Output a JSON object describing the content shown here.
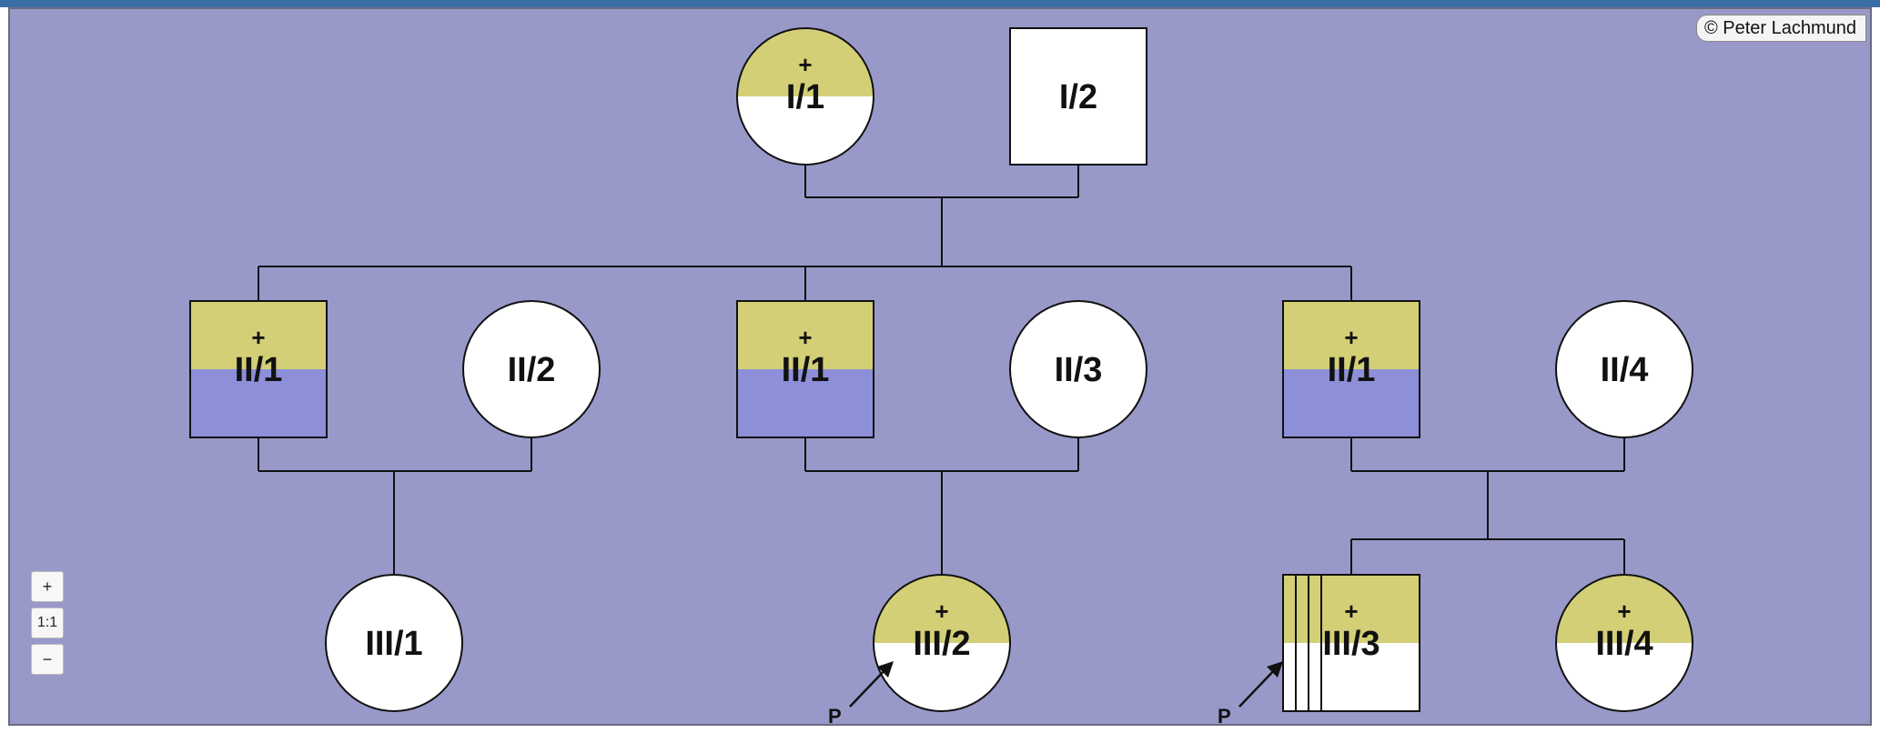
{
  "copyright": "© Peter Lachmund",
  "colors": {
    "background": "#9899c9",
    "affected": "#d2cf76",
    "unaffected": "#ffffff",
    "carrier_lower": "#8e8fd9"
  },
  "zoom": {
    "in_label": "+",
    "reset_label": "1:1",
    "out_label": "−"
  },
  "proband_marker": "P",
  "individuals": [
    {
      "id": "I-1",
      "label": "I/1",
      "shape": "circle",
      "fill": "half-top",
      "mark": "+"
    },
    {
      "id": "I-2",
      "label": "I/2",
      "shape": "square",
      "fill": "none",
      "mark": ""
    },
    {
      "id": "II-1a",
      "label": "II/1",
      "shape": "square",
      "fill": "half-top-blue",
      "mark": "+"
    },
    {
      "id": "II-2",
      "label": "II/2",
      "shape": "circle",
      "fill": "none",
      "mark": ""
    },
    {
      "id": "II-1b",
      "label": "II/1",
      "shape": "square",
      "fill": "half-top-blue",
      "mark": "+"
    },
    {
      "id": "II-3",
      "label": "II/3",
      "shape": "circle",
      "fill": "none",
      "mark": ""
    },
    {
      "id": "II-1c",
      "label": "II/1",
      "shape": "square",
      "fill": "half-top-blue",
      "mark": "+"
    },
    {
      "id": "II-4",
      "label": "II/4",
      "shape": "circle",
      "fill": "none",
      "mark": ""
    },
    {
      "id": "III-1",
      "label": "III/1",
      "shape": "circle",
      "fill": "none",
      "mark": ""
    },
    {
      "id": "III-2",
      "label": "III/2",
      "shape": "circle",
      "fill": "half-top",
      "mark": "+",
      "proband": true
    },
    {
      "id": "III-3",
      "label": "III/3",
      "shape": "square-stack",
      "fill": "half-top",
      "mark": "+",
      "proband": true
    },
    {
      "id": "III-4",
      "label": "III/4",
      "shape": "circle",
      "fill": "half-top",
      "mark": "+"
    }
  ]
}
